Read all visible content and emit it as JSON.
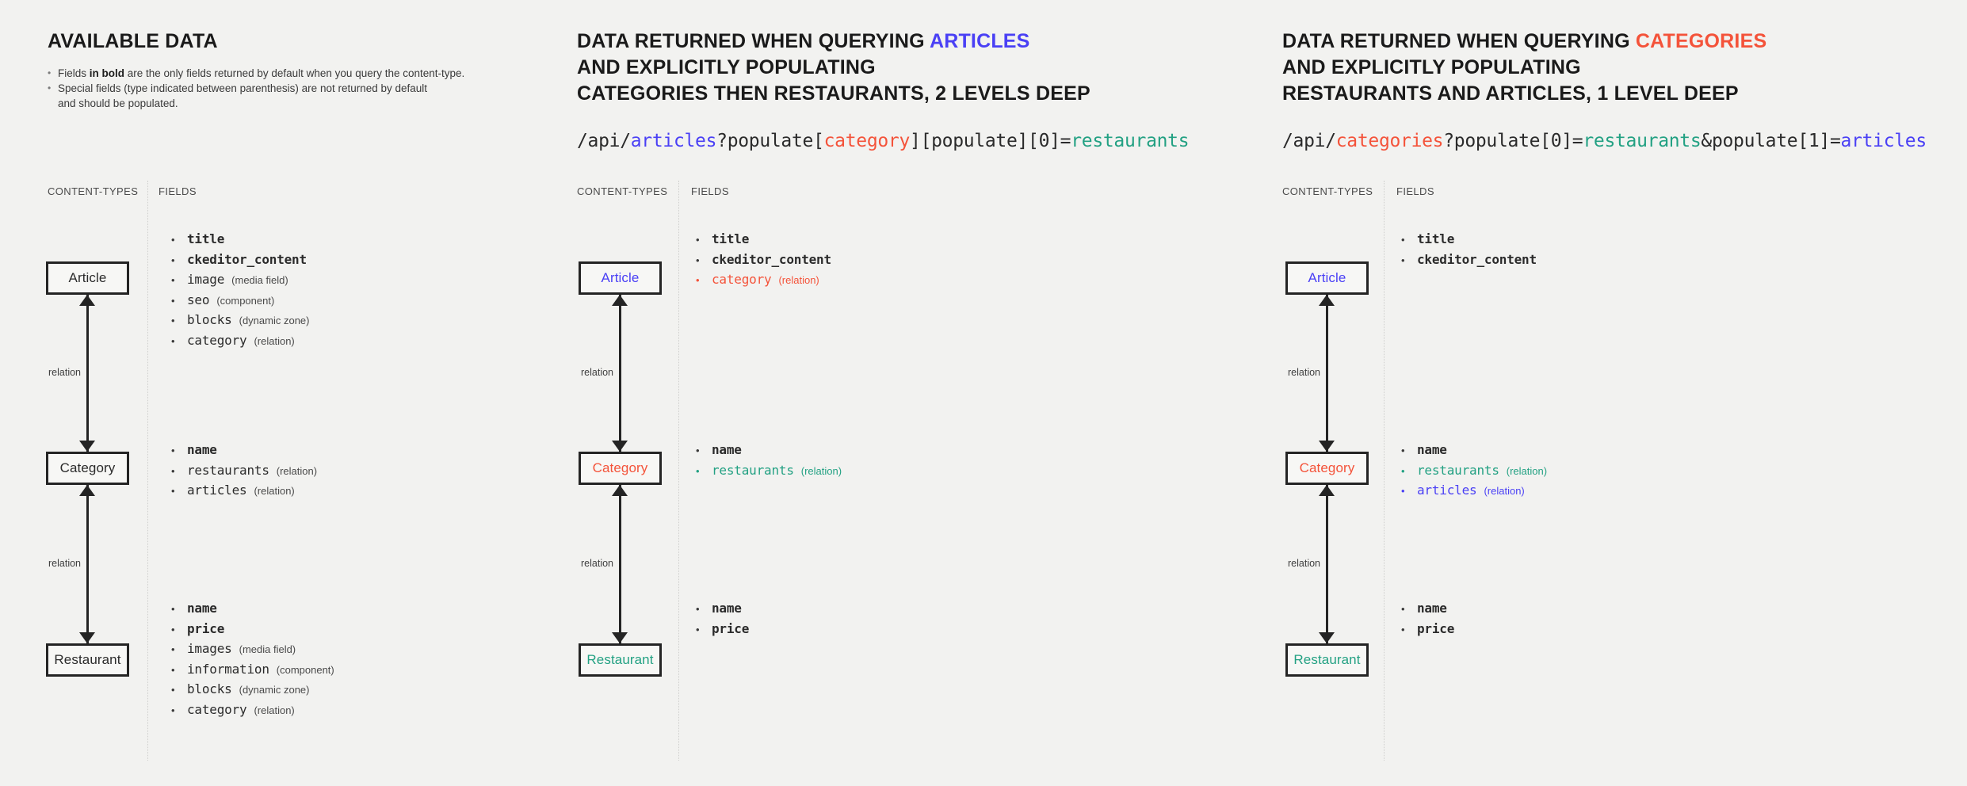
{
  "colors": {
    "background": "#f2f2f0",
    "ink": "#2b2b2b",
    "articles_blue": "#4a40f5",
    "categories_red": "#f4533a",
    "restaurants_green": "#23a183"
  },
  "panels": [
    {
      "id": "available-data",
      "title_parts": [
        {
          "text": "AVAILABLE DATA",
          "color": "default"
        }
      ],
      "bullets": [
        {
          "pre": "Fields ",
          "bold": "in bold",
          "post": " are the only fields returned by default when you query the content-type."
        },
        {
          "pre": "Special fields (type indicated between parenthesis) are not returned by default",
          "bold": "",
          "post": ""
        },
        {
          "pre": "and should be populated.",
          "bold": "",
          "post": "",
          "continuation": true
        }
      ],
      "api": null,
      "column_labels": {
        "content_types": "CONTENT-TYPES",
        "fields": "FIELDS"
      },
      "nodes": [
        {
          "label": "Article",
          "color": "default"
        },
        {
          "label": "Category",
          "color": "default"
        },
        {
          "label": "Restaurant",
          "color": "default"
        }
      ],
      "relations": [
        {
          "label": "relation"
        },
        {
          "label": "relation"
        }
      ],
      "field_groups": [
        [
          {
            "name": "title",
            "type": "",
            "bold": true,
            "color": "default"
          },
          {
            "name": "ckeditor_content",
            "type": "",
            "bold": true,
            "color": "default"
          },
          {
            "name": "image",
            "type": "(media field)",
            "bold": false,
            "color": "default"
          },
          {
            "name": "seo",
            "type": "(component)",
            "bold": false,
            "color": "default"
          },
          {
            "name": "blocks",
            "type": "(dynamic zone)",
            "bold": false,
            "color": "default"
          },
          {
            "name": "category",
            "type": "(relation)",
            "bold": false,
            "color": "default"
          }
        ],
        [
          {
            "name": "name",
            "type": "",
            "bold": true,
            "color": "default"
          },
          {
            "name": "restaurants",
            "type": "(relation)",
            "bold": false,
            "color": "default"
          },
          {
            "name": "articles",
            "type": "(relation)",
            "bold": false,
            "color": "default"
          }
        ],
        [
          {
            "name": "name",
            "type": "",
            "bold": true,
            "color": "default"
          },
          {
            "name": "price",
            "type": "",
            "bold": true,
            "color": "default"
          },
          {
            "name": "images",
            "type": "(media field)",
            "bold": false,
            "color": "default"
          },
          {
            "name": "information",
            "type": "(component)",
            "bold": false,
            "color": "default"
          },
          {
            "name": "blocks",
            "type": "(dynamic zone)",
            "bold": false,
            "color": "default"
          },
          {
            "name": "category",
            "type": "(relation)",
            "bold": false,
            "color": "default"
          }
        ]
      ]
    },
    {
      "id": "query-articles",
      "title_lines": [
        [
          {
            "text": "DATA RETURNED WHEN QUERYING ",
            "color": "default"
          },
          {
            "text": "ARTICLES",
            "color": "blue"
          }
        ],
        [
          {
            "text": "AND EXPLICITLY POPULATING",
            "color": "default"
          }
        ],
        [
          {
            "text": "CATEGORIES THEN RESTAURANTS, 2 LEVELS DEEP",
            "color": "default"
          }
        ]
      ],
      "api": [
        {
          "text": "/api/",
          "color": "default"
        },
        {
          "text": "articles",
          "color": "blue"
        },
        {
          "text": "?populate[",
          "color": "default"
        },
        {
          "text": "category",
          "color": "red"
        },
        {
          "text": "][populate][0]=",
          "color": "default"
        },
        {
          "text": "restaurants",
          "color": "green"
        }
      ],
      "column_labels": {
        "content_types": "CONTENT-TYPES",
        "fields": "FIELDS"
      },
      "nodes": [
        {
          "label": "Article",
          "color": "blue"
        },
        {
          "label": "Category",
          "color": "red"
        },
        {
          "label": "Restaurant",
          "color": "green"
        }
      ],
      "relations": [
        {
          "label": "relation"
        },
        {
          "label": "relation"
        }
      ],
      "field_groups": [
        [
          {
            "name": "title",
            "type": "",
            "bold": true,
            "color": "default"
          },
          {
            "name": "ckeditor_content",
            "type": "",
            "bold": true,
            "color": "default"
          },
          {
            "name": "category",
            "type": "(relation)",
            "bold": false,
            "color": "red"
          }
        ],
        [
          {
            "name": "name",
            "type": "",
            "bold": true,
            "color": "default"
          },
          {
            "name": "restaurants",
            "type": "(relation)",
            "bold": false,
            "color": "green"
          }
        ],
        [
          {
            "name": "name",
            "type": "",
            "bold": true,
            "color": "default"
          },
          {
            "name": "price",
            "type": "",
            "bold": true,
            "color": "default"
          }
        ]
      ]
    },
    {
      "id": "query-categories",
      "title_lines": [
        [
          {
            "text": "DATA RETURNED WHEN QUERYING ",
            "color": "default"
          },
          {
            "text": "CATEGORIES",
            "color": "red"
          }
        ],
        [
          {
            "text": "AND EXPLICITLY POPULATING",
            "color": "default"
          }
        ],
        [
          {
            "text": "RESTAURANTS AND ARTICLES, 1 LEVEL DEEP",
            "color": "default"
          }
        ]
      ],
      "api": [
        {
          "text": "/api/",
          "color": "default"
        },
        {
          "text": "categories",
          "color": "red"
        },
        {
          "text": "?populate[0]=",
          "color": "default"
        },
        {
          "text": "restaurants",
          "color": "green"
        },
        {
          "text": "&populate[1]=",
          "color": "default"
        },
        {
          "text": "articles",
          "color": "blue"
        }
      ],
      "column_labels": {
        "content_types": "CONTENT-TYPES",
        "fields": "FIELDS"
      },
      "nodes": [
        {
          "label": "Article",
          "color": "blue"
        },
        {
          "label": "Category",
          "color": "red"
        },
        {
          "label": "Restaurant",
          "color": "green"
        }
      ],
      "relations": [
        {
          "label": "relation"
        },
        {
          "label": "relation"
        }
      ],
      "field_groups": [
        [
          {
            "name": "title",
            "type": "",
            "bold": true,
            "color": "default"
          },
          {
            "name": "ckeditor_content",
            "type": "",
            "bold": true,
            "color": "default"
          }
        ],
        [
          {
            "name": "name",
            "type": "",
            "bold": true,
            "color": "default"
          },
          {
            "name": "restaurants",
            "type": "(relation)",
            "bold": false,
            "color": "green"
          },
          {
            "name": "articles",
            "type": "(relation)",
            "bold": false,
            "color": "blue"
          }
        ],
        [
          {
            "name": "name",
            "type": "",
            "bold": true,
            "color": "default"
          },
          {
            "name": "price",
            "type": "",
            "bold": true,
            "color": "default"
          }
        ]
      ]
    }
  ]
}
